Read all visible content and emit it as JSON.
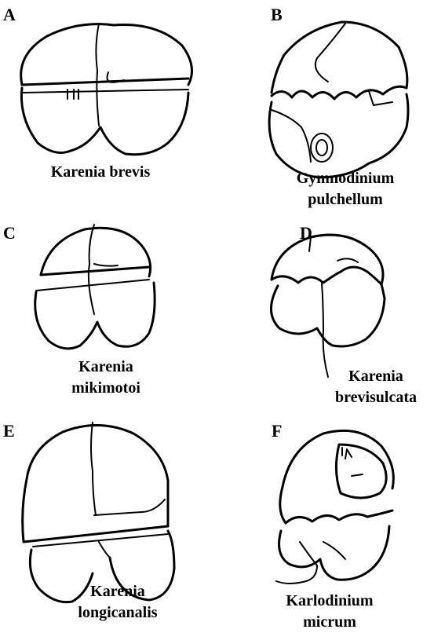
{
  "figure": {
    "panels": [
      {
        "letter": "A",
        "caption_lines": [
          "Karenia brevis"
        ]
      },
      {
        "letter": "B",
        "caption_lines": [
          "Gymnodinium",
          "pulchellum"
        ]
      },
      {
        "letter": "C",
        "caption_lines": [
          "Karenia",
          "mikimotoi"
        ]
      },
      {
        "letter": "D",
        "caption_lines": [
          "Karenia",
          "brevisulcata"
        ]
      },
      {
        "letter": "E",
        "caption_lines": [
          "Karenia",
          "longicanalis"
        ]
      },
      {
        "letter": "F",
        "caption_lines": [
          "Karlodinium",
          "micrum"
        ]
      }
    ]
  }
}
